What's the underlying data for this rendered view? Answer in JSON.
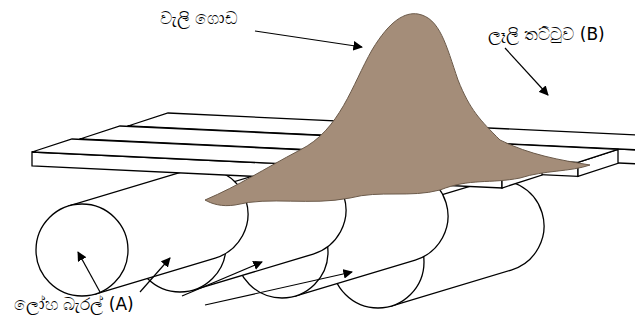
{
  "diagram": {
    "labels": [
      "වැලි ගොඩ",
      "ලෑලි තට්ටුව (B)",
      "ලෝහ බැරල් (A)"
    ]
  }
}
